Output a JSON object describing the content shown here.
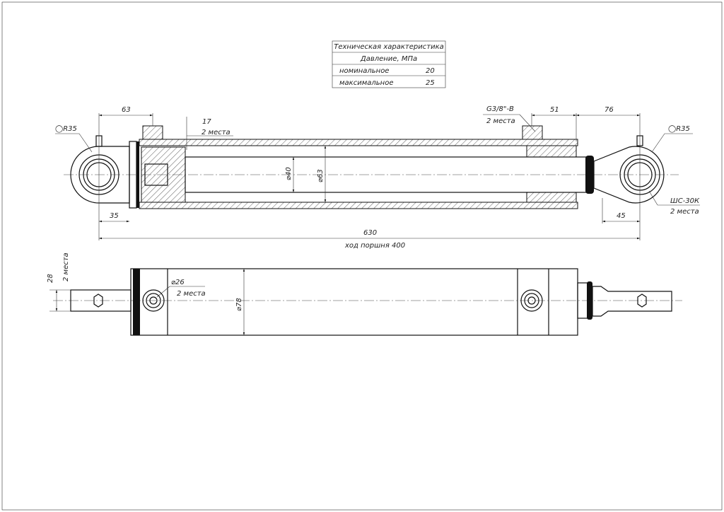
{
  "spec_table": {
    "title": "Техническая характеристика",
    "pressure_label": "Давление, МПа",
    "nominal_label": "номинальное",
    "nominal_value": "20",
    "max_label": "максимальное",
    "max_value": "25"
  },
  "dimensions": {
    "d63_top": "63",
    "d17": "17",
    "places_2": "2 места",
    "r35_left": "◯R35",
    "d35": "35",
    "g38": "G3/8\"-B",
    "d51": "51",
    "d76": "76",
    "r35_right": "◯R35",
    "shs30k": "ШС-30К",
    "d45": "45",
    "rod_dia": "⌀40",
    "bore_dia": "⌀63",
    "total_length": "630",
    "stroke": "ход поршня 400",
    "d28": "28",
    "port_dia": "⌀26",
    "tube_dia": "⌀78"
  }
}
